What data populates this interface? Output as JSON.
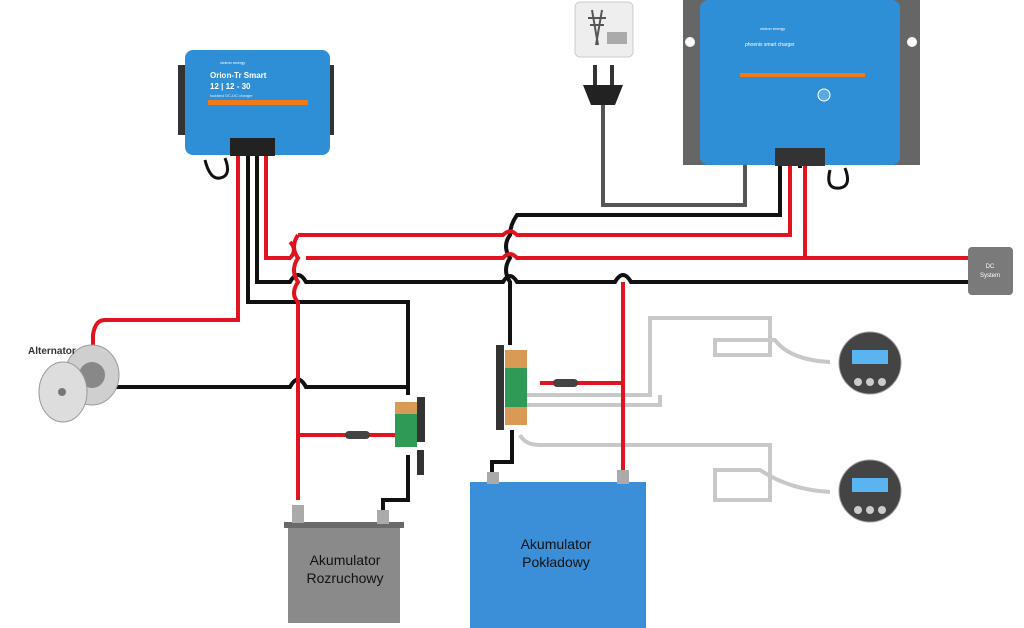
{
  "labels": {
    "alternator": "Alternator",
    "dc_system_line1": "DC",
    "dc_system_line2": "System",
    "starter_battery_line1": "Akumulator",
    "starter_battery_line2": "Rozruchowy",
    "house_battery_line1": "Akumulator",
    "house_battery_line2": "Pokładowy"
  },
  "orion": {
    "brand": "victron energy",
    "name": "Orion-Tr Smart",
    "model": "12 | 12 - 30",
    "subtitle": "Isolated DC-DC charger"
  },
  "charger": {
    "brand": "victron energy",
    "name": "phoenix smart charger"
  },
  "colors": {
    "positive_wire": "#e0141e",
    "negative_wire": "#111111",
    "signal_wire": "#c8c8c8",
    "device_blue": "#2f8fd6",
    "house_battery": "#3a8fd8",
    "starter_battery": "#8a8a8a",
    "dc_system_box": "#7a7a7a"
  },
  "icons": [
    "alternator-icon",
    "plug-icon",
    "grid-pylon-icon",
    "shunt-icon",
    "fuse-icon",
    "battery-monitor-icon"
  ]
}
